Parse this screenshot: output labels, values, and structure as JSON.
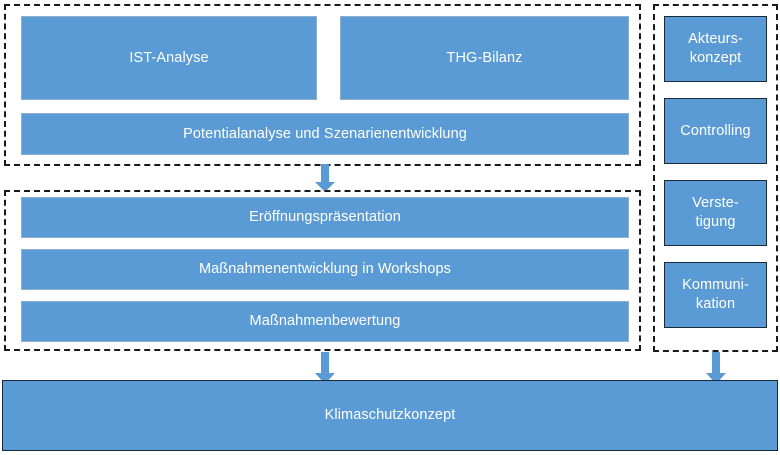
{
  "diagram": {
    "title_text_color": "#ffffff",
    "box_fill": "#5B9BD5",
    "box_border_light": "#8FAFCF",
    "box_border_dark": "#17293b",
    "dashed_border_color": "#1a1a1a",
    "arrow_color": "#5B9BD5",
    "background": "#ffffff"
  },
  "groups": {
    "phase1": {
      "name": "phase-1-group",
      "boxes": [
        {
          "id": "ist-analyse",
          "label": "IST-Analyse"
        },
        {
          "id": "thg-bilanz",
          "label": "THG-Bilanz"
        },
        {
          "id": "potentialanalyse",
          "label": "Potentialanalyse und Szenarienentwicklung"
        }
      ]
    },
    "phase2": {
      "name": "phase-2-group",
      "boxes": [
        {
          "id": "eroeffnungspraesentation",
          "label": "Eröffnungspräsentation"
        },
        {
          "id": "massnahmenentwicklung",
          "label": "Maßnahmenentwicklung in Workshops"
        },
        {
          "id": "massnahmenbewertung",
          "label": "Maßnahmenbewertung"
        }
      ]
    },
    "crosscutting": {
      "name": "crosscutting-group",
      "boxes": [
        {
          "id": "akteurskonzept",
          "label": "Akteurs-\nkonzept"
        },
        {
          "id": "controlling",
          "label": "Controlling"
        },
        {
          "id": "verstetigung",
          "label": "Verste-\ntigung"
        },
        {
          "id": "kommunikation",
          "label": "Kommuni-\nkation"
        }
      ]
    }
  },
  "result": {
    "id": "klimaschutzkonzept",
    "label": "Klimaschutzkonzept"
  },
  "arrows": [
    {
      "id": "arrow-phase1-to-phase2",
      "direction": "down"
    },
    {
      "id": "arrow-phase2-to-result",
      "direction": "down"
    },
    {
      "id": "arrow-crosscutting-to-result",
      "direction": "down"
    }
  ]
}
